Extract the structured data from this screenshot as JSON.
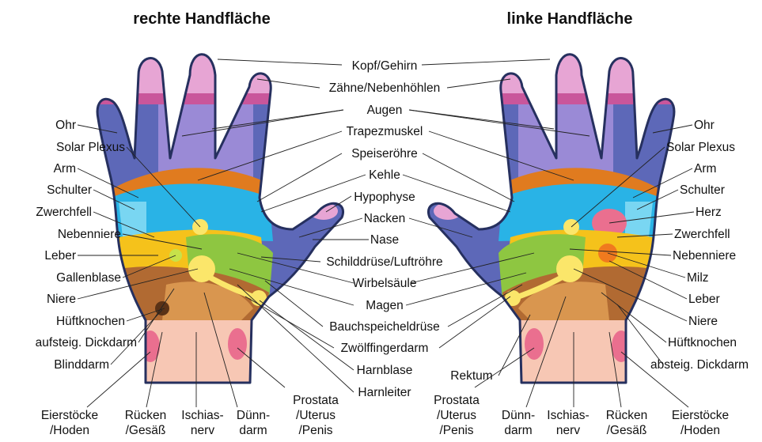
{
  "titles": {
    "right_palm": "rechte Handfläche",
    "left_palm": "linke Handfläche"
  },
  "center_labels": [
    "Kopf/Gehirn",
    "Zähne/Nebenhöhlen",
    "Augen",
    "Trapezmuskel",
    "Speiseröhre",
    "Kehle",
    "Hypophyse",
    "Nacken",
    "Nase",
    "Schilddrüse/Luftröhre",
    "Wirbelsäule",
    "Magen",
    "Bauchspeicheldrüse",
    "Zwölffingerdarm",
    "Harnblase",
    "Harnleiter",
    "Rektum"
  ],
  "right_hand_side_labels": [
    "Ohr",
    "Solar Plexus",
    "Arm",
    "Schulter",
    "Zwerchfell",
    "Nebenniere",
    "Leber",
    "Gallenblase",
    "Niere",
    "Hüftknochen",
    "aufsteig. Dickdarm",
    "Blinddarm"
  ],
  "left_hand_side_labels": [
    "Ohr",
    "Solar Plexus",
    "Arm",
    "Schulter",
    "Herz",
    "Zwerchfell",
    "Nebenniere",
    "Milz",
    "Leber",
    "Niere",
    "Hüftknochen",
    "absteig. Dickdarm"
  ],
  "right_hand_bottom_labels": [
    {
      "l1": "Eierstöcke",
      "l2": "/Hoden"
    },
    {
      "l1": "Rücken",
      "l2": "/Gesäß"
    },
    {
      "l1": "Ischias-",
      "l2": "nerv"
    },
    {
      "l1": "Dünn-",
      "l2": "darm"
    },
    {
      "l1": "Prostata",
      "l2": "/Uterus",
      "l3": "/Penis"
    }
  ],
  "left_hand_bottom_labels": [
    {
      "l1": "Prostata",
      "l2": "/Uterus",
      "l3": "/Penis"
    },
    {
      "l1": "Dünn-",
      "l2": "darm"
    },
    {
      "l1": "Ischias-",
      "l2": "nerv"
    },
    {
      "l1": "Rücken",
      "l2": "/Gesäß"
    },
    {
      "l1": "Eierstöcke",
      "l2": "/Hoden"
    }
  ],
  "zone_colors": {
    "finger_tips": "#e7a5d4",
    "finger_tip_band": "#c9569b",
    "fingers_outer": "#5d68b8",
    "fingers_inner": "#9a8ad6",
    "shoulder_band": "#e07b1f",
    "upper_palm": "#29b3e6",
    "lung_light": "#79d6f2",
    "green_zone": "#8ec641",
    "liver_yellow": "#f5c21b",
    "lower_palm": "#b16a32",
    "lower_palm_light": "#d9964f",
    "wrist": "#f7c7b4",
    "wrist_spots": "#ea6f8f",
    "gland_dots": "#fbe66a",
    "outline": "#26305f"
  }
}
